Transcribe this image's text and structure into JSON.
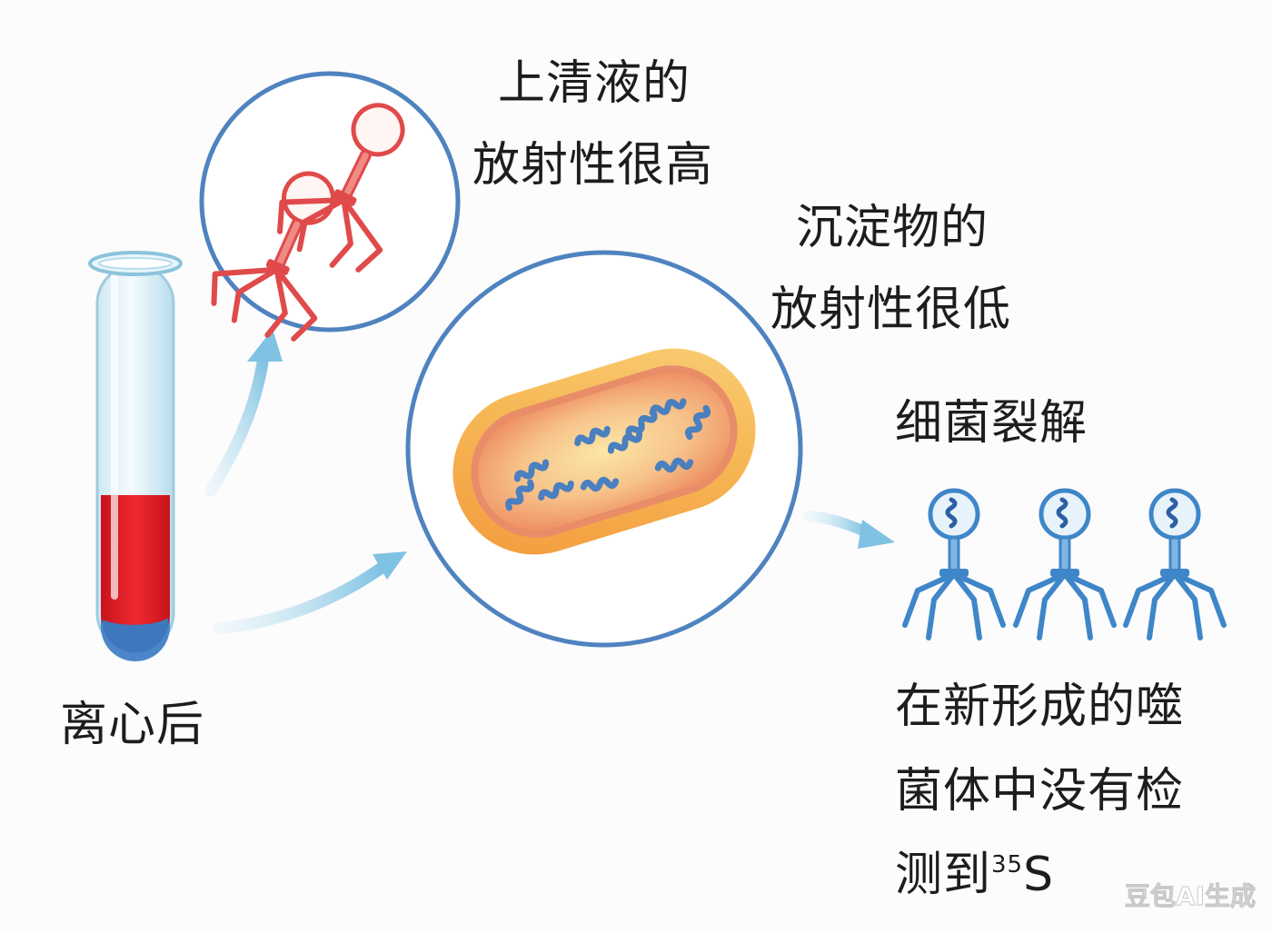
{
  "labels": {
    "centrifuge": "离心后",
    "supernatant_line1": "上清液的",
    "supernatant_line2": "放射性很高",
    "sediment_line1": "沉淀物的",
    "sediment_line2": "放射性很低",
    "lysis": "细菌裂解",
    "result_line1": "在新形成的噬",
    "result_line2": "菌体中没有检",
    "result_line3_prefix": "测到",
    "result_isotope_mass": "35",
    "result_isotope_symbol": "S"
  },
  "watermark": "豆包AI生成",
  "colors": {
    "circle_border": "#4f83c0",
    "phage_red": "#e04a4a",
    "phage_blue": "#3f86c9",
    "arrow": "#8ecbe6",
    "tube_red": "#e21f26",
    "tube_blue": "#4a86c8",
    "bacterium_outer": "#f4a443",
    "bacterium_inner": "#f6b27d"
  },
  "icons": [
    "test-tube-icon",
    "bacteriophage-icon",
    "bacterium-icon",
    "arrow-icon"
  ]
}
